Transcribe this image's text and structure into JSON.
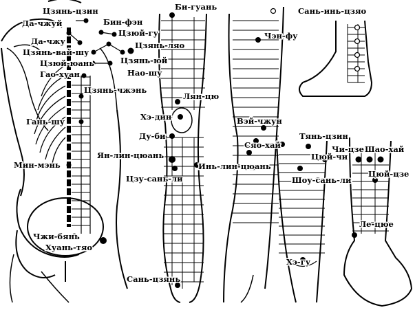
{
  "points": [
    {
      "label": "Цзянь-цзин",
      "panel": "back",
      "marker": "dot"
    },
    {
      "label": "Да-чжуй",
      "panel": "back",
      "marker": "dot"
    },
    {
      "label": "Бин-фэн",
      "panel": "back",
      "marker": "dot"
    },
    {
      "label": "Цзюй-гу",
      "panel": "back",
      "marker": "dot"
    },
    {
      "label": "Да-чжу",
      "panel": "back",
      "marker": "dot"
    },
    {
      "label": "Цзянь-ляо",
      "panel": "back",
      "marker": "dot"
    },
    {
      "label": "Цзянь-вай-шу",
      "panel": "back",
      "marker": "dot"
    },
    {
      "label": "Цзюй-юань",
      "panel": "back",
      "marker": "dot"
    },
    {
      "label": "Цзянь-юй",
      "panel": "back",
      "marker": "dot"
    },
    {
      "label": "Гао-хуан",
      "panel": "back",
      "marker": "dot"
    },
    {
      "label": "Нао-шу",
      "panel": "back",
      "marker": "dot"
    },
    {
      "label": "Цзянь-чжэнь",
      "panel": "back",
      "marker": "dot"
    },
    {
      "label": "Гань-шу",
      "panel": "back",
      "marker": "dot"
    },
    {
      "label": "Мин-мэнь",
      "panel": "back",
      "marker": "dot"
    },
    {
      "label": "Чжи-бянь",
      "panel": "back",
      "marker": "dot"
    },
    {
      "label": "Хуань-тяо",
      "panel": "back",
      "marker": "dot"
    },
    {
      "label": "Би-гуань",
      "panel": "leg",
      "marker": "dot"
    },
    {
      "label": "Лян-цю",
      "panel": "leg",
      "marker": "dot"
    },
    {
      "label": "Хэ-дин",
      "panel": "leg",
      "marker": "dot"
    },
    {
      "label": "Ду-би",
      "panel": "leg",
      "marker": "dot"
    },
    {
      "label": "Ян-лин-цюань",
      "panel": "leg",
      "marker": "dot"
    },
    {
      "label": "Цзу-сань-ли",
      "panel": "leg",
      "marker": "dot"
    },
    {
      "label": "Инь-лин-цюань",
      "panel": "leg",
      "marker": "dot"
    },
    {
      "label": "Сань-цзянь",
      "panel": "leg",
      "marker": "dot"
    },
    {
      "label": "Чэн-фу",
      "panel": "thigh",
      "marker": "dot"
    },
    {
      "label": "Вэй-чжун",
      "panel": "thigh",
      "marker": "dot"
    },
    {
      "label": "Сань-инь-цзяо",
      "panel": "foot",
      "marker": "circle"
    },
    {
      "label": "Сяо-хай",
      "panel": "arm",
      "marker": "dot"
    },
    {
      "label": "Тянь-цзин",
      "panel": "arm",
      "marker": "dot"
    },
    {
      "label": "Цюй-чи",
      "panel": "arm",
      "marker": "dot"
    },
    {
      "label": "Шоу-сань-ли",
      "panel": "arm",
      "marker": "dot"
    },
    {
      "label": "Хэ-гу",
      "panel": "arm",
      "marker": "dot"
    },
    {
      "label": "Чи-цзе",
      "panel": "forearm",
      "marker": "dot"
    },
    {
      "label": "Шао-хай",
      "panel": "forearm",
      "marker": "dot"
    },
    {
      "label": "Цюй-цзе",
      "panel": "forearm",
      "marker": "dot"
    },
    {
      "label": "Ле-цюе",
      "panel": "forearm",
      "marker": "dot"
    }
  ]
}
